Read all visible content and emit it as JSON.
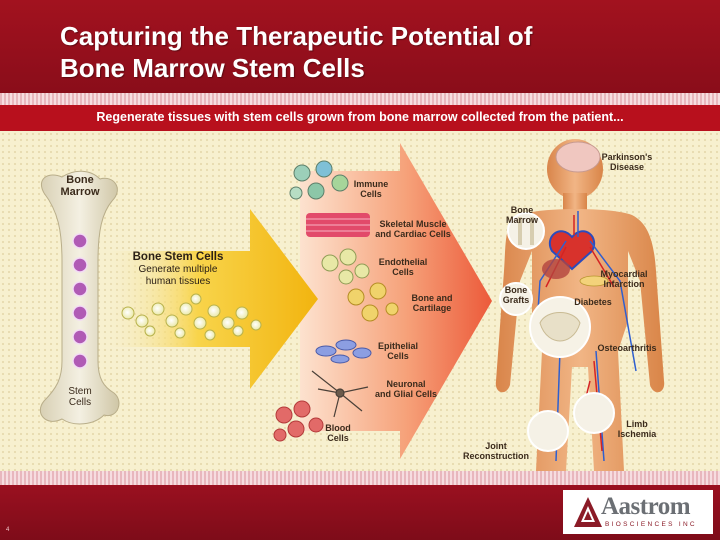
{
  "slide": {
    "title_line1": "Capturing the Therapeutic Potential of",
    "title_line2": "Bone Marrow Stem Cells",
    "banner": "Regenerate tissues with stem cells grown from bone marrow collected from the patient...",
    "page_number": "4"
  },
  "bone": {
    "label_top_1": "Bone",
    "label_top_2": "Marrow",
    "label_bottom_1": "Stem",
    "label_bottom_2": "Cells"
  },
  "stem_cells": {
    "title": "Bone Stem Cells",
    "subtitle_1": "Generate multiple",
    "subtitle_2": "human tissues"
  },
  "tissues": {
    "immune_1": "Immune",
    "immune_2": "Cells",
    "skeletal_1": "Skeletal Muscle",
    "skeletal_2": "and Cardiac Cells",
    "endothelial_1": "Endothelial",
    "endothelial_2": "Cells",
    "bone_cart_1": "Bone and",
    "bone_cart_2": "Cartilage",
    "epithelial_1": "Epithelial",
    "epithelial_2": "Cells",
    "neuronal_1": "Neuronal",
    "neuronal_2": "and Glial Cells",
    "blood_1": "Blood",
    "blood_2": "Cells"
  },
  "body": {
    "parkinsons_1": "Parkinson's",
    "parkinsons_2": "Disease",
    "bone_marrow_1": "Bone",
    "bone_marrow_2": "Marrow",
    "mi_1": "Myocardial",
    "mi_2": "Infarction",
    "bone_grafts_1": "Bone",
    "bone_grafts_2": "Grafts",
    "diabetes": "Diabetes",
    "osteoarthritis": "Osteoarthritis",
    "limb_1": "Limb",
    "limb_2": "Ischemia",
    "joint_1": "Joint",
    "joint_2": "Reconstruction"
  },
  "logo": {
    "word": "Aastrom",
    "sub": "BIOSCIENCES  INC"
  },
  "colors": {
    "header": "#a2121f",
    "banner": "#b8101d",
    "arrow_yellow": "#f6c21a",
    "arrow_salmon": "#ef6a4e",
    "body_skin": "#e7a06b"
  }
}
